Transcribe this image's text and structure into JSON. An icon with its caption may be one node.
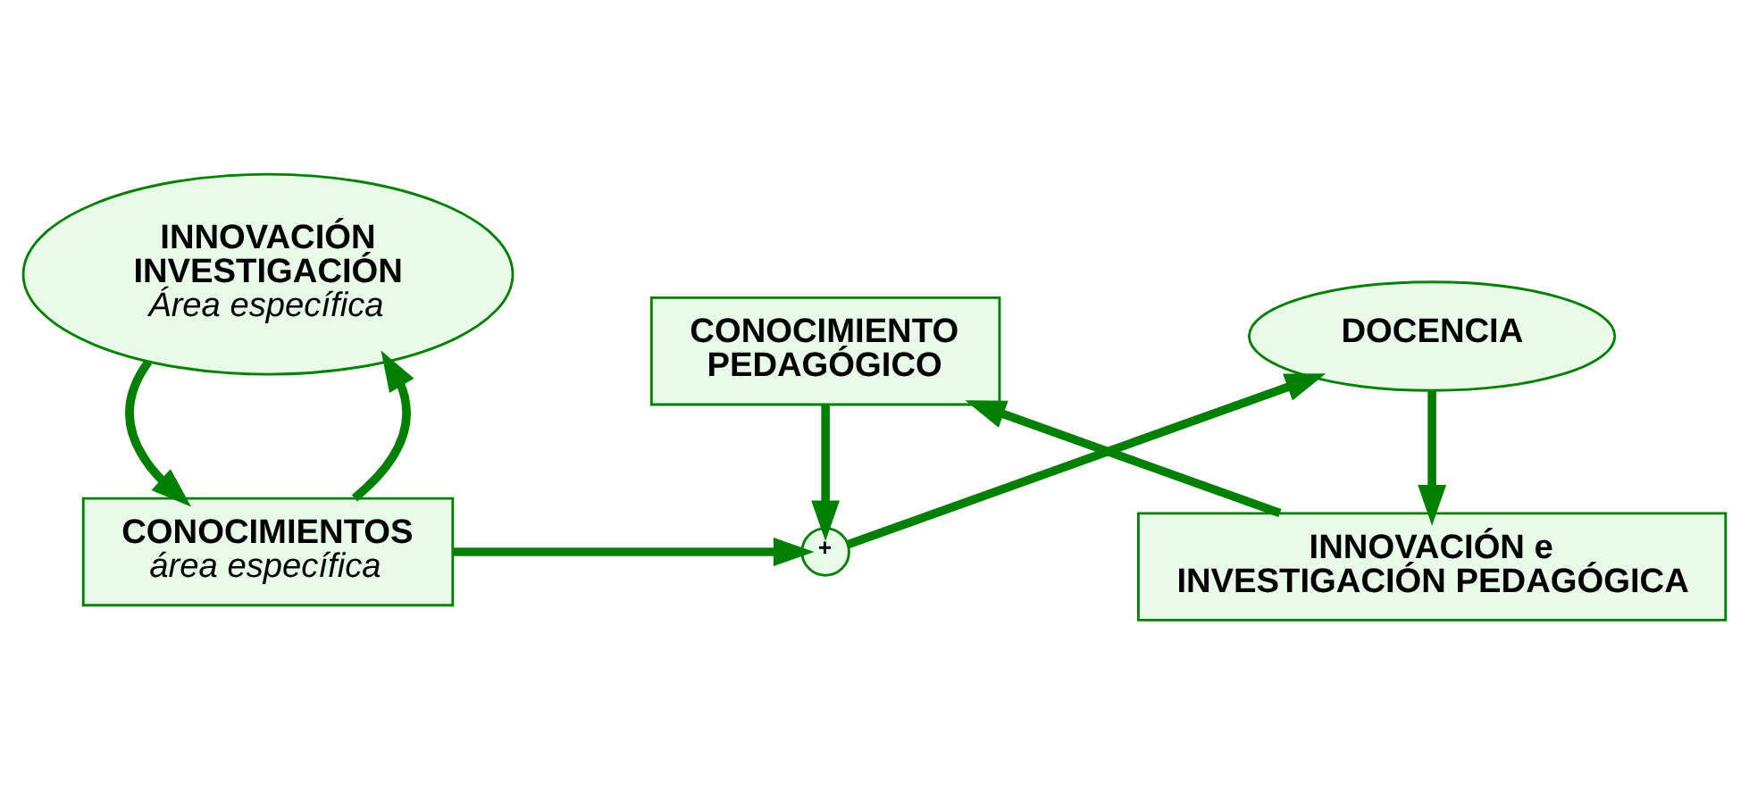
{
  "diagram": {
    "nodes": [
      {
        "text": [
          "CONOCIMIENTOS",
          "área específica"
        ]
      },
      {
        "text": [
          "+"
        ]
      },
      {
        "text": [
          "DOCENCIA"
        ]
      },
      {
        "text": [
          "INNOVACIÓN INVESTIGACIÓN",
          "Área específica"
        ]
      },
      {
        "text": [
          "CONOCIMIENTO PEDAGÓGICO"
        ]
      },
      {
        "text": [
          "INNOVACIÓN e INVESTIGACIÓN PEDAGÓGICA"
        ]
      }
    ],
    "edges": [
      {
        "from": 0,
        "to": 1,
        "arrow": "to"
      },
      {
        "from": 0,
        "to": 3,
        "arrow": "to"
      },
      {
        "from": 3,
        "to": 0,
        "arrow": "to"
      },
      {
        "from": 1,
        "to": 2,
        "arrow": "to"
      },
      {
        "from": 2,
        "to": 5,
        "arrow": "to"
      },
      {
        "from": 5,
        "to": 4,
        "arrow": "to"
      },
      {
        "from": 4,
        "to": 1,
        "arrow": "to"
      }
    ]
  }
}
